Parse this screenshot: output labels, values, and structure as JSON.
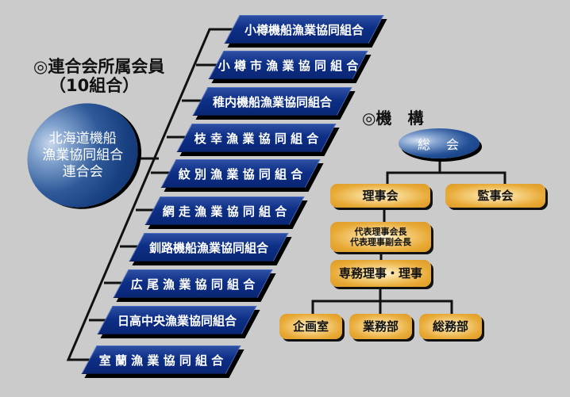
{
  "left_title": {
    "line1": "◎連合会所属会員",
    "line2": "（10組合）"
  },
  "federation": {
    "line1": "北海道機船",
    "line2": "漁業協同組合",
    "line3": "連合会"
  },
  "members": [
    "小樽機船漁業協同組合",
    "小 樽 市 漁 業 協 同 組 合",
    "稚内機船漁業協同組合",
    "枝 幸 漁 業 協 同 組 合",
    "紋 別 漁 業 協 同 組 合",
    "網 走 漁 業 協 同 組 合",
    "釧路機船漁業協同組合",
    "広 尾 漁 業 協 同 組 合",
    "日高中央漁業協同組合",
    "室 蘭 漁 業 協 同 組 合"
  ],
  "org": {
    "title": "◎機　構",
    "general_assembly": "総　会",
    "board": "理事会",
    "auditors": "監事会",
    "presidents_line1": "代表理事会長",
    "presidents_line2": "代表理事副会長",
    "directors": "専務理事・理事",
    "departments": [
      "企画室",
      "業務部",
      "総務部"
    ]
  },
  "colors": {
    "background": "#cbcbcb",
    "member_box": "#0d2f86",
    "org_box": "#e8a935"
  }
}
